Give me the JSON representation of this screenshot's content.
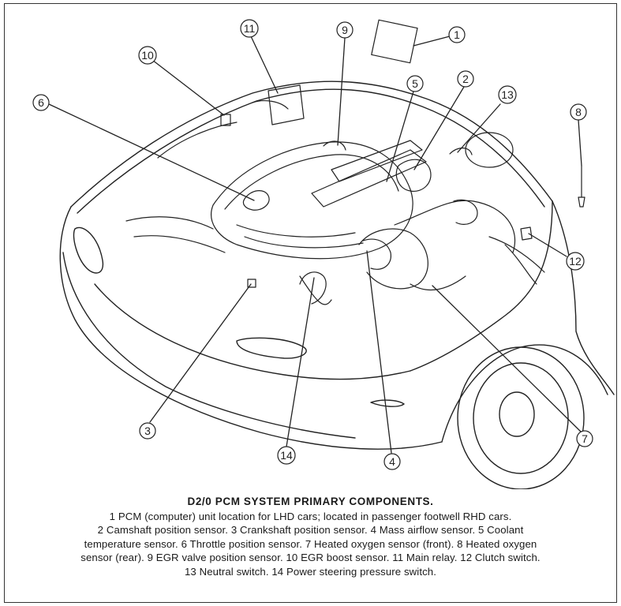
{
  "callouts": [
    {
      "num": "1"
    },
    {
      "num": "2"
    },
    {
      "num": "3"
    },
    {
      "num": "4"
    },
    {
      "num": "5"
    },
    {
      "num": "6"
    },
    {
      "num": "7"
    },
    {
      "num": "8"
    },
    {
      "num": "9"
    },
    {
      "num": "10"
    },
    {
      "num": "11"
    },
    {
      "num": "12"
    },
    {
      "num": "13"
    },
    {
      "num": "14"
    }
  ],
  "caption": {
    "title": "D2/0 PCM SYSTEM PRIMARY COMPONENTS.",
    "lines": [
      "1 PCM (computer) unit location for LHD cars; located in passenger footwell RHD cars.",
      "2 Camshaft position sensor. 3 Crankshaft position sensor. 4 Mass airflow sensor. 5 Coolant",
      "temperature sensor. 6 Throttle position sensor. 7 Heated oxygen sensor (front). 8 Heated oxygen",
      "sensor (rear). 9 EGR valve position sensor. 10 EGR boost sensor. 11 Main relay. 12 Clutch switch.",
      "13 Neutral switch. 14 Power steering pressure switch."
    ]
  }
}
